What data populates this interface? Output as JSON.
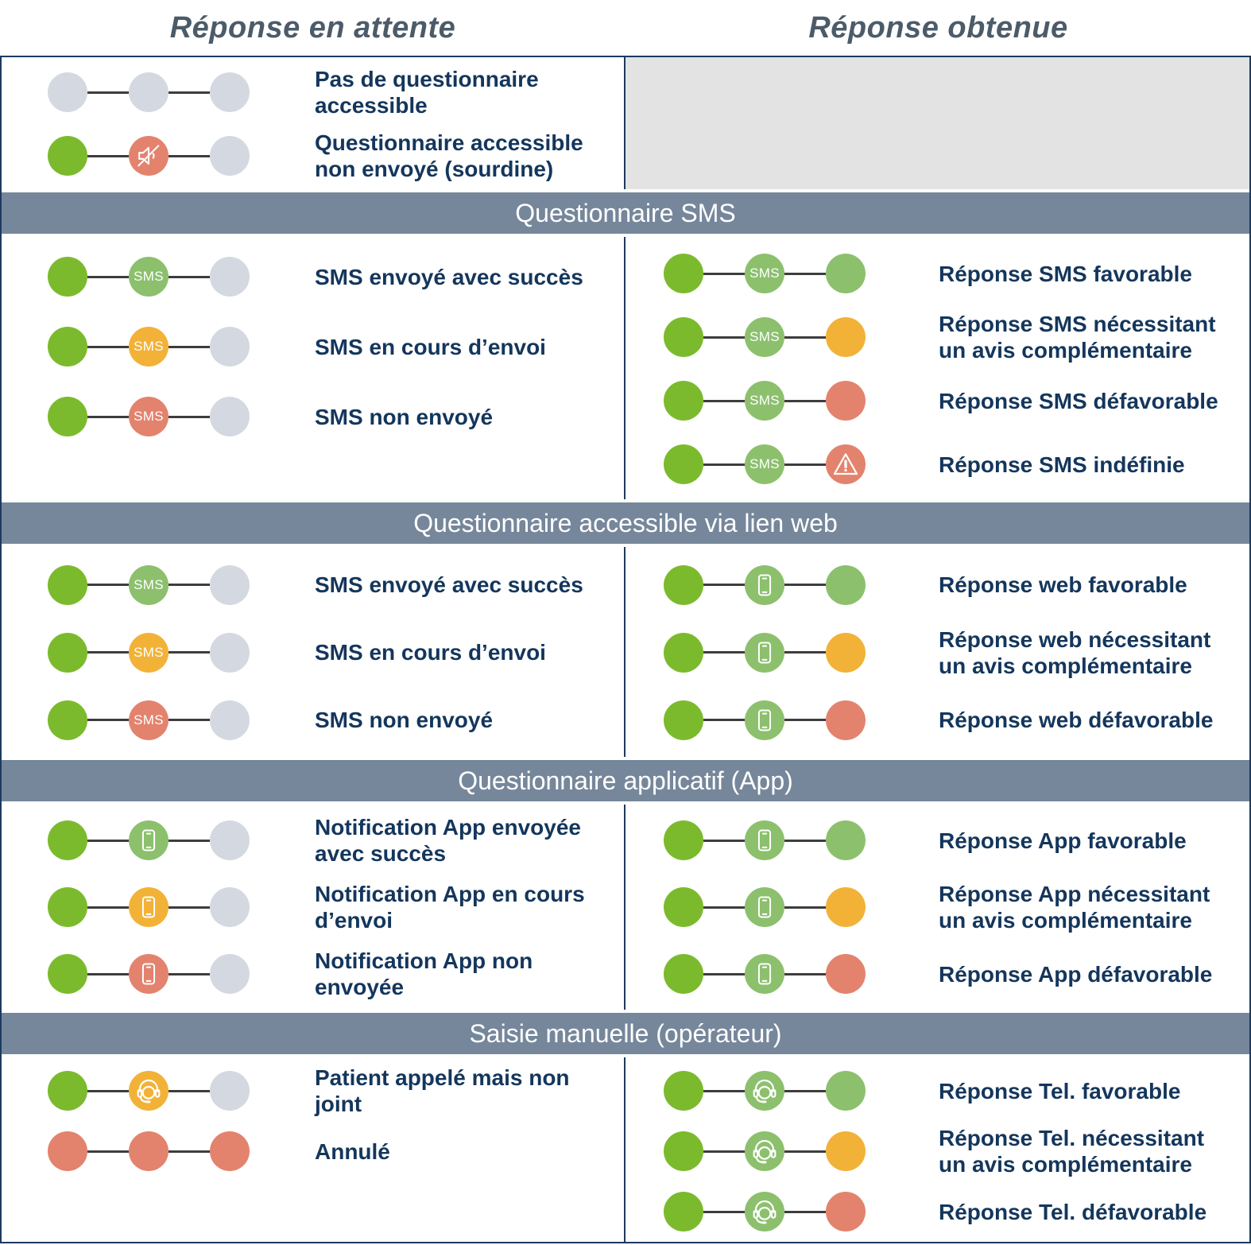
{
  "headers": {
    "left": "Réponse en attente",
    "right": "Réponse obtenue"
  },
  "colors": {
    "green": "#7cba2d",
    "soft_green": "#8cc06d",
    "amber": "#f2b238",
    "salmon": "#e3836e",
    "gray": "#d4d9e1",
    "banner": "#76879b",
    "border": "#1d3a5e",
    "label": "#14365c",
    "header": "#4c5b69",
    "panel_gray": "#e3e3e3",
    "connector": "#3d3d3d"
  },
  "sections": [
    {
      "id": "top",
      "banner": null,
      "left": {
        "rows": [
          {
            "dots": [
              {
                "color": "gray"
              },
              {
                "color": "gray"
              },
              {
                "color": "gray"
              }
            ],
            "label": "Pas de questionnaire accessible"
          },
          {
            "dots": [
              {
                "color": "green"
              },
              {
                "color": "salmon",
                "icon": "mute-icon"
              },
              {
                "color": "gray"
              }
            ],
            "label": "Questionnaire accessible non envoyé (sourdine)"
          }
        ]
      },
      "right": {
        "empty": true,
        "rows": []
      }
    },
    {
      "id": "sms",
      "banner": "Questionnaire SMS",
      "left": {
        "rows": [
          {
            "dots": [
              {
                "color": "green"
              },
              {
                "color": "soft_green",
                "icon": "sms-icon",
                "text": "SMS"
              },
              {
                "color": "gray"
              }
            ],
            "label": "SMS envoyé avec succès"
          },
          {
            "dots": [
              {
                "color": "green"
              },
              {
                "color": "amber",
                "icon": "sms-icon",
                "text": "SMS"
              },
              {
                "color": "gray"
              }
            ],
            "label": "SMS en cours d’envoi"
          },
          {
            "dots": [
              {
                "color": "green"
              },
              {
                "color": "salmon",
                "icon": "sms-icon",
                "text": "SMS"
              },
              {
                "color": "gray"
              }
            ],
            "label": "SMS non envoyé"
          }
        ]
      },
      "right": {
        "rows": [
          {
            "dots": [
              {
                "color": "green"
              },
              {
                "color": "soft_green",
                "icon": "sms-icon",
                "text": "SMS"
              },
              {
                "color": "soft_green"
              }
            ],
            "label": "Réponse SMS favorable"
          },
          {
            "dots": [
              {
                "color": "green"
              },
              {
                "color": "soft_green",
                "icon": "sms-icon",
                "text": "SMS"
              },
              {
                "color": "amber"
              }
            ],
            "label": "Réponse SMS nécessitant un avis complémentaire"
          },
          {
            "dots": [
              {
                "color": "green"
              },
              {
                "color": "soft_green",
                "icon": "sms-icon",
                "text": "SMS"
              },
              {
                "color": "salmon"
              }
            ],
            "label": "Réponse SMS défavorable"
          },
          {
            "dots": [
              {
                "color": "green"
              },
              {
                "color": "soft_green",
                "icon": "sms-icon",
                "text": "SMS"
              },
              {
                "color": "salmon",
                "icon": "warning-icon"
              }
            ],
            "label": "Réponse SMS indéfinie"
          }
        ]
      }
    },
    {
      "id": "web",
      "banner": "Questionnaire accessible via lien web",
      "left": {
        "rows": [
          {
            "dots": [
              {
                "color": "green"
              },
              {
                "color": "soft_green",
                "icon": "sms-icon",
                "text": "SMS"
              },
              {
                "color": "gray"
              }
            ],
            "label": "SMS envoyé avec succès"
          },
          {
            "dots": [
              {
                "color": "green"
              },
              {
                "color": "amber",
                "icon": "sms-icon",
                "text": "SMS"
              },
              {
                "color": "gray"
              }
            ],
            "label": "SMS en cours d’envoi"
          },
          {
            "dots": [
              {
                "color": "green"
              },
              {
                "color": "salmon",
                "icon": "sms-icon",
                "text": "SMS"
              },
              {
                "color": "gray"
              }
            ],
            "label": "SMS non envoyé"
          }
        ]
      },
      "right": {
        "rows": [
          {
            "dots": [
              {
                "color": "green"
              },
              {
                "color": "soft_green",
                "icon": "phone-icon"
              },
              {
                "color": "soft_green"
              }
            ],
            "label": "Réponse web favorable"
          },
          {
            "dots": [
              {
                "color": "green"
              },
              {
                "color": "soft_green",
                "icon": "phone-icon"
              },
              {
                "color": "amber"
              }
            ],
            "label": "Réponse web nécessitant un avis complémentaire"
          },
          {
            "dots": [
              {
                "color": "green"
              },
              {
                "color": "soft_green",
                "icon": "phone-icon"
              },
              {
                "color": "salmon"
              }
            ],
            "label": "Réponse web défavorable"
          }
        ]
      }
    },
    {
      "id": "app",
      "banner": "Questionnaire applicatif (App)",
      "left": {
        "rows": [
          {
            "dots": [
              {
                "color": "green"
              },
              {
                "color": "soft_green",
                "icon": "phone-icon"
              },
              {
                "color": "gray"
              }
            ],
            "label": "Notification App envoyée avec succès"
          },
          {
            "dots": [
              {
                "color": "green"
              },
              {
                "color": "amber",
                "icon": "phone-icon"
              },
              {
                "color": "gray"
              }
            ],
            "label": "Notification App en cours d’envoi"
          },
          {
            "dots": [
              {
                "color": "green"
              },
              {
                "color": "salmon",
                "icon": "phone-icon"
              },
              {
                "color": "gray"
              }
            ],
            "label": "Notification App non envoyée"
          }
        ]
      },
      "right": {
        "rows": [
          {
            "dots": [
              {
                "color": "green"
              },
              {
                "color": "soft_green",
                "icon": "phone-icon"
              },
              {
                "color": "soft_green"
              }
            ],
            "label": "Réponse App favorable"
          },
          {
            "dots": [
              {
                "color": "green"
              },
              {
                "color": "soft_green",
                "icon": "phone-icon"
              },
              {
                "color": "amber"
              }
            ],
            "label": "Réponse App nécessitant un avis complémentaire"
          },
          {
            "dots": [
              {
                "color": "green"
              },
              {
                "color": "soft_green",
                "icon": "phone-icon"
              },
              {
                "color": "salmon"
              }
            ],
            "label": "Réponse App défavorable"
          }
        ]
      }
    },
    {
      "id": "manual",
      "banner": "Saisie manuelle (opérateur)",
      "left": {
        "rows": [
          {
            "dots": [
              {
                "color": "green"
              },
              {
                "color": "amber",
                "icon": "headset-icon"
              },
              {
                "color": "gray"
              }
            ],
            "label": "Patient appelé mais non joint"
          },
          {
            "dots": [
              {
                "color": "salmon"
              },
              {
                "color": "salmon"
              },
              {
                "color": "salmon"
              }
            ],
            "label": "Annulé"
          }
        ]
      },
      "right": {
        "rows": [
          {
            "dots": [
              {
                "color": "green"
              },
              {
                "color": "soft_green",
                "icon": "headset-icon"
              },
              {
                "color": "soft_green"
              }
            ],
            "label": "Réponse Tel. favorable"
          },
          {
            "dots": [
              {
                "color": "green"
              },
              {
                "color": "soft_green",
                "icon": "headset-icon"
              },
              {
                "color": "amber"
              }
            ],
            "label": "Réponse Tel. nécessitant un avis complémentaire"
          },
          {
            "dots": [
              {
                "color": "green"
              },
              {
                "color": "soft_green",
                "icon": "headset-icon"
              },
              {
                "color": "salmon"
              }
            ],
            "label": "Réponse Tel. défavorable"
          }
        ]
      }
    }
  ]
}
